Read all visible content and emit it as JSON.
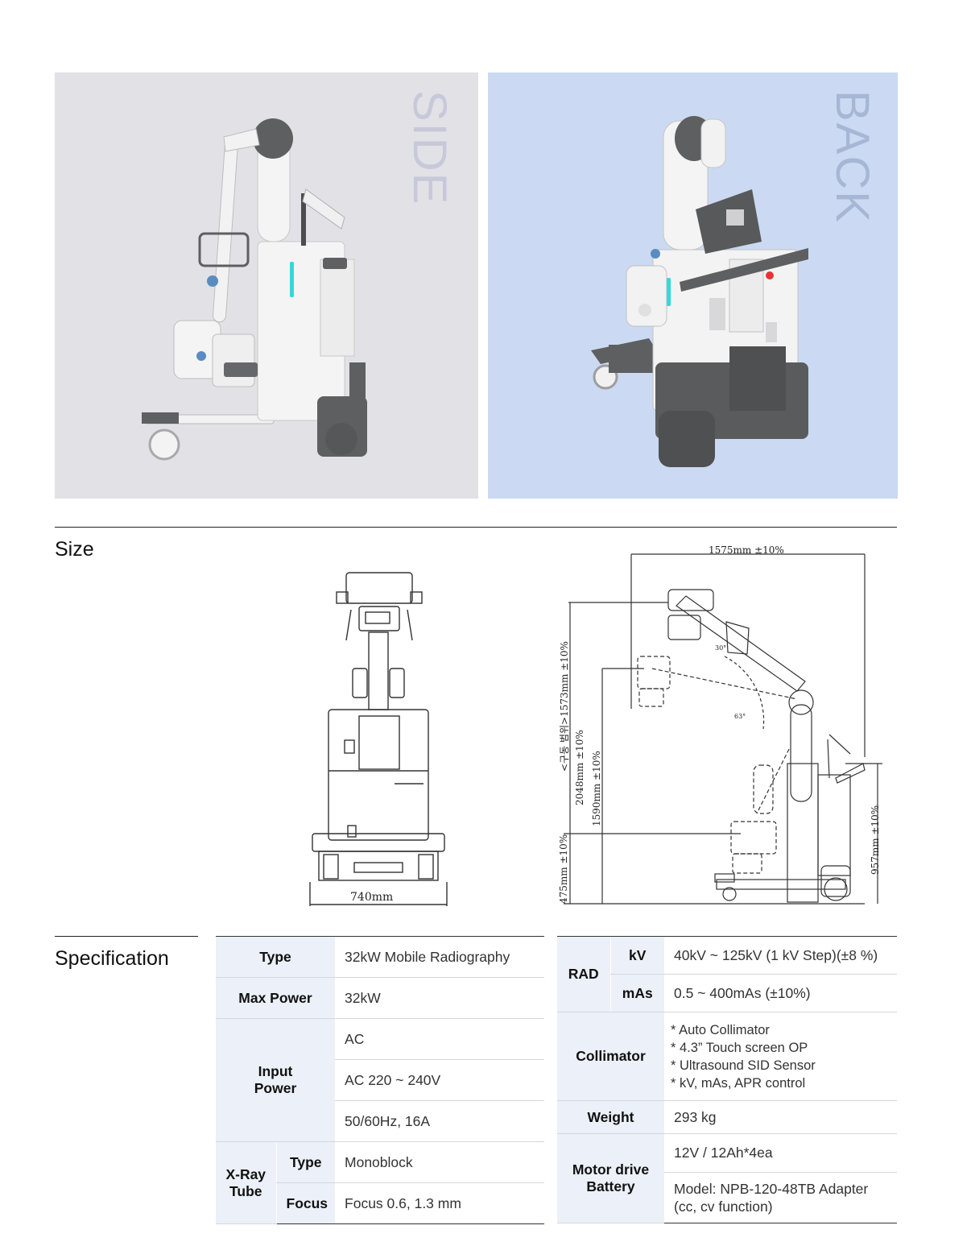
{
  "photos": {
    "side_label": "SIDE",
    "back_label": "BACK"
  },
  "size_section": {
    "title": "Size",
    "front_width": "740mm",
    "side_top_width": "1575mm  ±10%",
    "dim_range": "<구동 범위>1573mm ±10%",
    "dim_2048": "2048mm  ±10%",
    "dim_1590": "1590mm  ±10%",
    "dim_475": "475mm  ±10%",
    "dim_957": "957mm  ±10%",
    "angle_30": "30°",
    "angle_63": "63°"
  },
  "spec_section": {
    "title": "Specification",
    "left_table": {
      "type_label": "Type",
      "type_value": "32kW Mobile Radiography",
      "max_power_label": "Max Power",
      "max_power_value": "32kW",
      "input_power_label_1": "Input",
      "input_power_label_2": "Power",
      "input_power_values": [
        "AC",
        "AC 220 ~ 240V",
        "50/60Hz, 16A"
      ],
      "xray_label_1": "X-Ray",
      "xray_label_2": "Tube",
      "xray_type_label": "Type",
      "xray_type_value": "Monoblock",
      "xray_focus_label": "Focus",
      "xray_focus_value": "Focus 0.6, 1.3 mm"
    },
    "right_table": {
      "rad_label": "RAD",
      "kv_label": "kV",
      "kv_value": "40kV ~ 125kV (1 kV Step)(±8 %)",
      "mas_label": "mAs",
      "mas_value": "0.5 ~ 400mAs (±10%)",
      "collimator_label": "Collimator",
      "collimator_values": [
        "* Auto Collimator",
        "* 4.3” Touch screen OP",
        "* Ultrasound SID Sensor",
        "* kV, mAs, APR control"
      ],
      "weight_label": "Weight",
      "weight_value": "293 kg",
      "motor_label_1": "Motor drive",
      "motor_label_2": "Battery",
      "motor_values": [
        "12V / 12Ah*4ea",
        "Model: NPB-120-48TB Adapter",
        "(cc, cv function)"
      ]
    }
  }
}
